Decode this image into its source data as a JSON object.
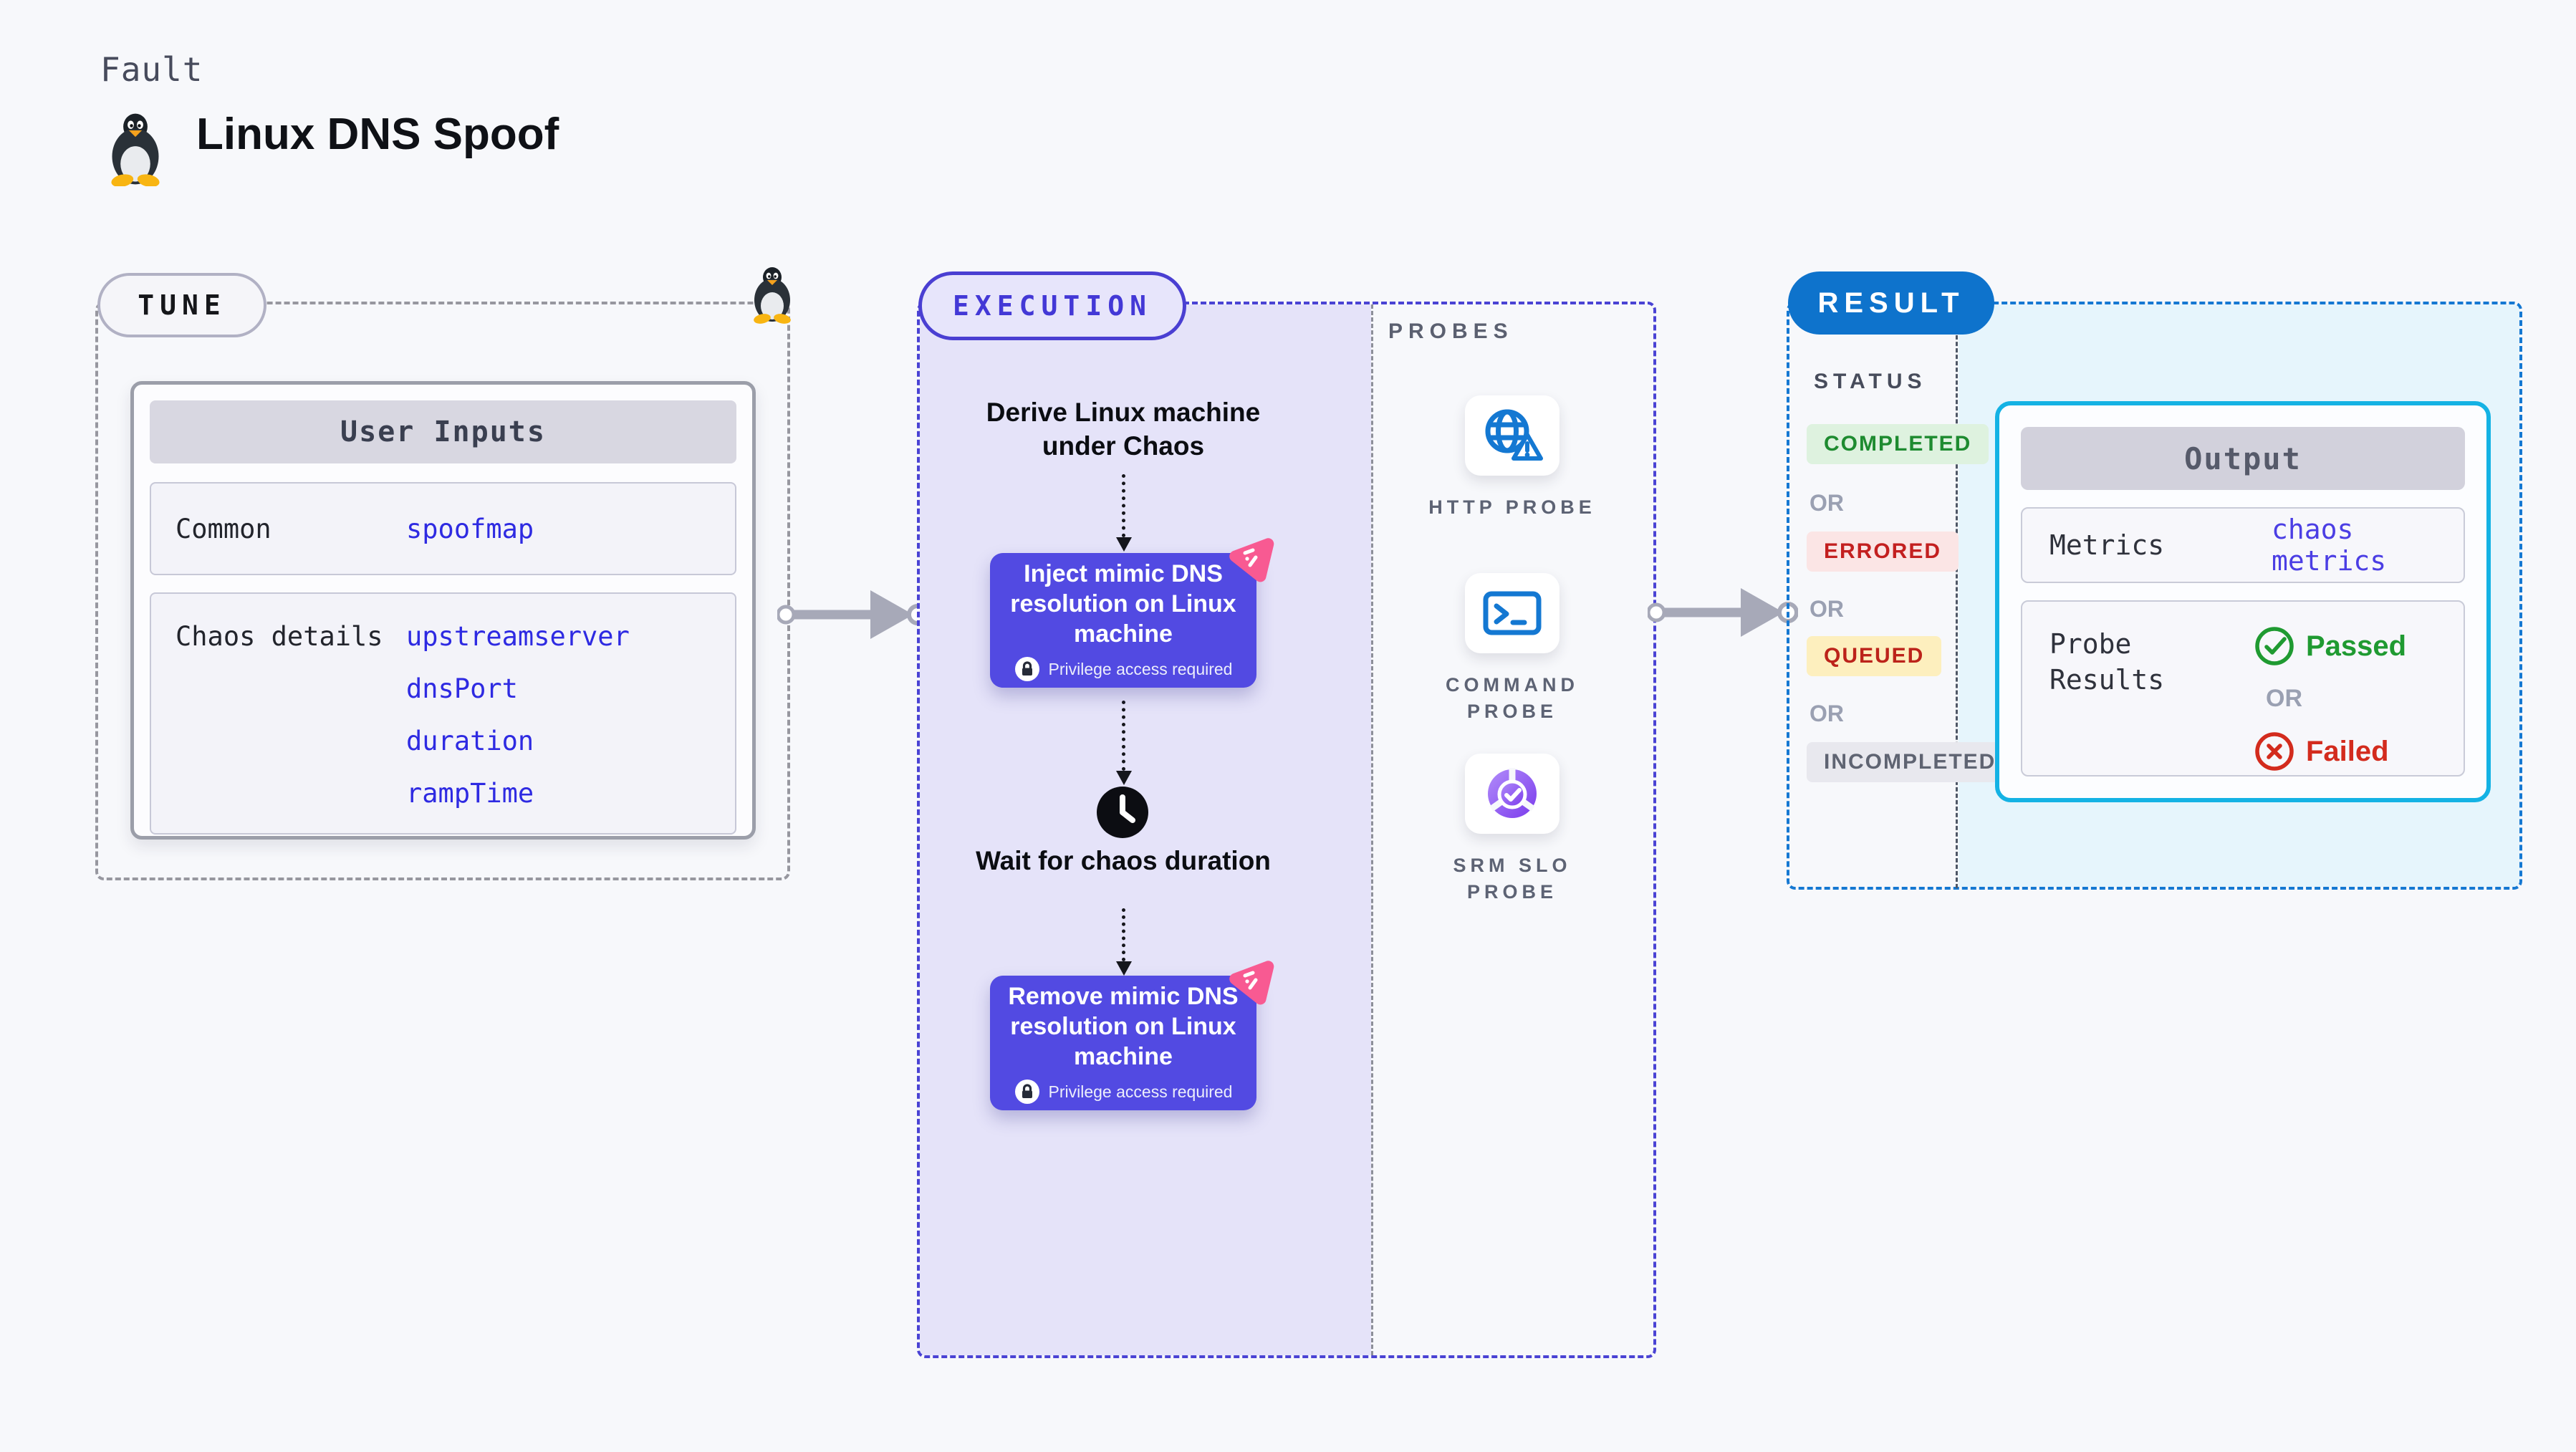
{
  "page": {
    "kicker": "Fault",
    "title": "Linux DNS Spoof"
  },
  "tune": {
    "badge": "TUNE",
    "table": {
      "header": "User Inputs",
      "rows": [
        {
          "label": "Common",
          "values": [
            "spoofmap"
          ]
        },
        {
          "label": "Chaos details",
          "values": [
            "upstreamserver",
            "dnsPort",
            "duration",
            "rampTime"
          ]
        }
      ]
    }
  },
  "execution": {
    "badge": "EXECUTION",
    "derive": "Derive Linux machine under Chaos",
    "inject_title": "Inject mimic DNS resolution on Linux machine",
    "wait": "Wait for chaos duration",
    "remove_title": "Remove mimic DNS resolution on Linux machine",
    "privilege_note": "Privilege access required"
  },
  "probes": {
    "label": "PROBES",
    "items": [
      {
        "name": "HTTP PROBE",
        "icon": "globe-warning-icon"
      },
      {
        "name": "COMMAND PROBE",
        "icon": "terminal-icon"
      },
      {
        "name": "SRM SLO PROBE",
        "icon": "slo-donut-icon"
      }
    ]
  },
  "result": {
    "badge": "RESULT",
    "status": {
      "label": "STATUS",
      "or": "OR",
      "values": [
        "COMPLETED",
        "ERRORED",
        "QUEUED",
        "INCOMPLETED"
      ]
    },
    "output": {
      "header": "Output",
      "metrics_label": "Metrics",
      "metrics_value": "chaos metrics",
      "probe_results_label": "Probe Results",
      "passed": "Passed",
      "or": "OR",
      "failed": "Failed"
    }
  },
  "colors": {
    "page_bg": "#f7f8fb",
    "execution_accent": "#4a43d4",
    "execution_fill": "#e5e3f9",
    "chaos_card": "#524ae2",
    "litmus_pink": "#f85a92",
    "result_accent": "#1578d2",
    "result_fill": "#e6f5fc",
    "output_border": "#14b2e4",
    "probe_icon_blue": "#1478d2",
    "slo_purple": "#7b3bec",
    "completed_green": "#1e8b30",
    "errored_red": "#c32020",
    "queued_yellow_bg": "#fdefbe",
    "passed_green": "#1f9a31",
    "failed_red": "#d32b1d",
    "value_blue": "#2e2ae2"
  }
}
